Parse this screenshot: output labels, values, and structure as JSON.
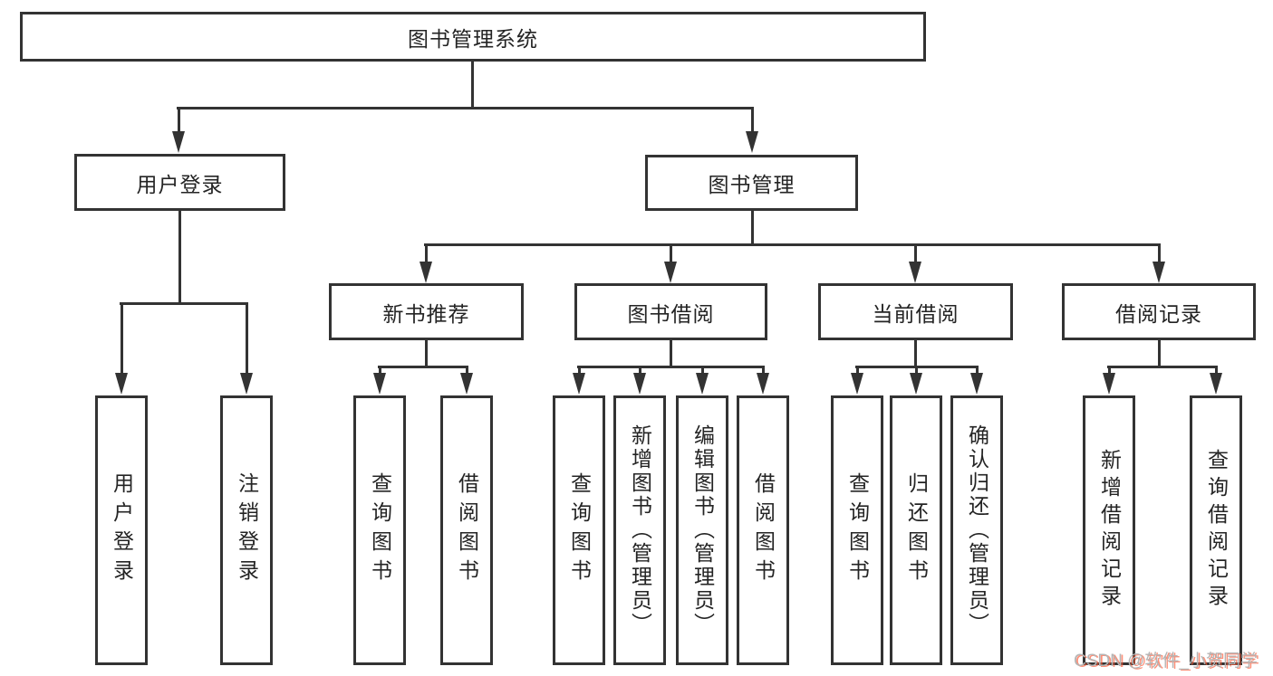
{
  "diagram_title": "图书管理系统",
  "colors": {
    "line": "#333333",
    "text": "#242424",
    "background": "#ffffff",
    "watermark_gray": "#b5b5b5",
    "watermark_red": "#fc5531"
  },
  "nodes": {
    "root": {
      "label": "图书管理系统"
    },
    "level2": [
      {
        "label": "用户登录"
      },
      {
        "label": "图书管理"
      }
    ],
    "level3": [
      {
        "label": "新书推荐",
        "parent": "图书管理"
      },
      {
        "label": "图书借阅",
        "parent": "图书管理"
      },
      {
        "label": "当前借阅",
        "parent": "图书管理"
      },
      {
        "label": "借阅记录",
        "parent": "图书管理"
      }
    ],
    "leaves": [
      {
        "label": "用户登录",
        "parent": "用户登录"
      },
      {
        "label": "注销登录",
        "parent": "用户登录"
      },
      {
        "label": "查询图书",
        "parent": "新书推荐"
      },
      {
        "label": "借阅图书",
        "parent": "新书推荐"
      },
      {
        "label": "查询图书",
        "parent": "图书借阅"
      },
      {
        "label": "新增图书（管理员）",
        "parent": "图书借阅"
      },
      {
        "label": "编辑图书（管理员）",
        "parent": "图书借阅"
      },
      {
        "label": "借阅图书",
        "parent": "图书借阅"
      },
      {
        "label": "查询图书",
        "parent": "当前借阅"
      },
      {
        "label": "归还图书",
        "parent": "当前借阅"
      },
      {
        "label": "确认归还（管理员）",
        "parent": "当前借阅"
      },
      {
        "label": "新增借阅记录",
        "parent": "借阅记录"
      },
      {
        "label": "查询借阅记录",
        "parent": "借阅记录"
      }
    ]
  },
  "watermark": {
    "text": "CSDN @软件_小贺同学"
  }
}
